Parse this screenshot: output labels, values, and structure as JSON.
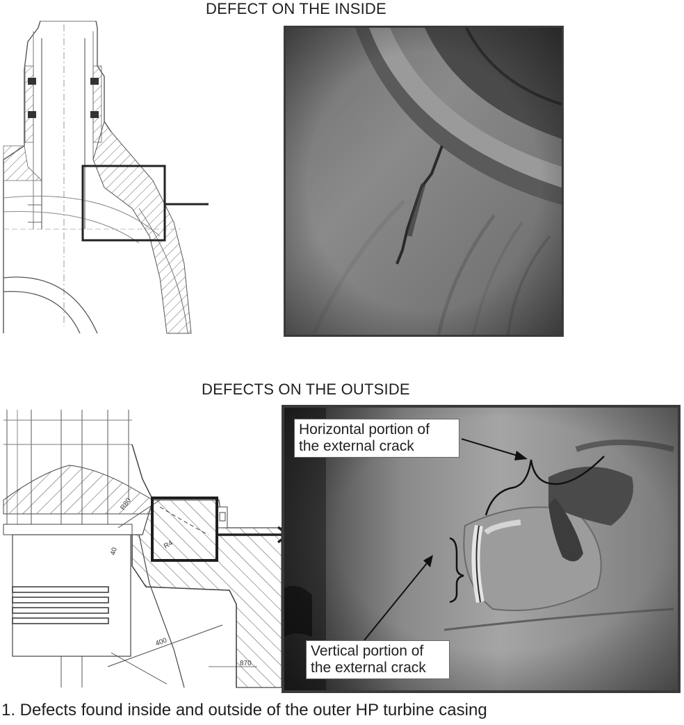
{
  "figure": {
    "top_heading": "DEFECT ON THE INSIDE",
    "bottom_heading": "DEFECTS ON THE OUTSIDE",
    "caption": "1. Defects found inside and outside of the outer HP turbine casing"
  },
  "annotations": {
    "horizontal_crack": [
      "Horizontal portion of",
      "the external crack"
    ],
    "vertical_crack": [
      "Vertical portion of",
      "the external crack"
    ]
  },
  "drawing_marks": {
    "dim_1": "R80",
    "dim_2": "R4",
    "dim_3": "40",
    "dim_4": "400",
    "dim_5": "870"
  }
}
